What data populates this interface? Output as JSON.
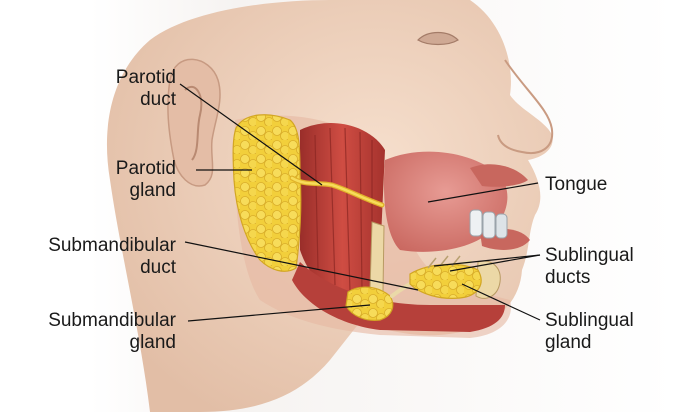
{
  "labels": {
    "parotid_duct": [
      "Parotid",
      "duct"
    ],
    "parotid_gland": [
      "Parotid",
      "gland"
    ],
    "submandibular_duct": [
      "Submandibular",
      "duct"
    ],
    "submandibular_gland": [
      "Submandibular",
      "gland"
    ],
    "tongue": [
      "Tongue"
    ],
    "sublingual_ducts": [
      "Sublingual",
      "ducts"
    ],
    "sublingual_gland": [
      "Sublingual",
      "gland"
    ]
  },
  "colors": {
    "skin": "#efd3bd",
    "skin_shadow": "#d9b29a",
    "muscle": "#c2413a",
    "muscle_dark": "#8e2a26",
    "gland": "#f2cf3b",
    "gland_dark": "#d2a623",
    "tongue": "#d9807a",
    "lips": "#c66a60",
    "leader": "#111111"
  }
}
